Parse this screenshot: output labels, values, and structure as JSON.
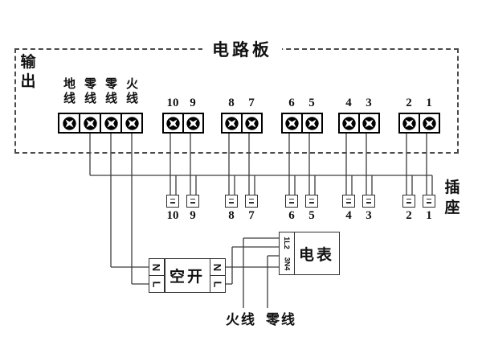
{
  "title": "电路板",
  "board": {
    "output_label": "输出",
    "output_terminals": [
      "地线",
      "零线",
      "零线",
      "火线"
    ],
    "terminal_numbers": [
      "10",
      "9",
      "8",
      "7",
      "6",
      "5",
      "4",
      "3",
      "2",
      "1"
    ]
  },
  "sockets": {
    "label": "插座",
    "numbers": [
      "10",
      "9",
      "8",
      "7",
      "6",
      "5",
      "4",
      "3",
      "2",
      "1"
    ]
  },
  "breaker": {
    "label": "空开",
    "left_terminals": [
      "N",
      "L"
    ],
    "right_terminals": [
      "N",
      "L"
    ]
  },
  "meter": {
    "label": "电表",
    "terminal_rows": [
      "1L2",
      "3N4"
    ]
  },
  "supply": {
    "live_label": "火线",
    "neutral_label": "零线"
  },
  "colors": {
    "wire": "#3c3c3c",
    "terminal_border": "#000000",
    "box_border": "#2f2f2f",
    "background": "#ffffff",
    "text": "#111111"
  },
  "wiring": {
    "segments": [
      [
        212,
        166,
        212,
        242
      ],
      [
        237,
        166,
        237,
        242
      ],
      [
        285,
        166,
        285,
        242
      ],
      [
        310,
        166,
        310,
        242
      ],
      [
        360,
        166,
        360,
        242
      ],
      [
        385,
        166,
        385,
        242
      ],
      [
        431,
        166,
        431,
        242
      ],
      [
        456,
        166,
        456,
        242
      ],
      [
        506,
        166,
        506,
        242
      ],
      [
        531,
        166,
        531,
        242
      ],
      [
        219,
        218,
        219,
        242
      ],
      [
        244,
        218,
        244,
        242
      ],
      [
        292,
        218,
        292,
        242
      ],
      [
        317,
        218,
        317,
        242
      ],
      [
        367,
        218,
        367,
        242
      ],
      [
        392,
        218,
        392,
        242
      ],
      [
        438,
        218,
        438,
        242
      ],
      [
        463,
        218,
        463,
        242
      ],
      [
        513,
        218,
        513,
        242
      ],
      [
        538,
        218,
        538,
        242
      ],
      [
        112,
        218,
        538,
        218
      ],
      [
        112,
        166,
        112,
        218
      ],
      [
        138,
        166,
        138,
        332
      ],
      [
        138,
        332,
        186,
        332
      ],
      [
        164,
        166,
        164,
        353
      ],
      [
        164,
        353,
        186,
        353
      ],
      [
        280,
        332,
        348,
        332
      ],
      [
        280,
        353,
        289,
        353
      ],
      [
        289,
        307,
        289,
        353
      ],
      [
        289,
        307,
        348,
        307
      ],
      [
        303,
        296,
        348,
        296
      ],
      [
        303,
        296,
        303,
        383
      ],
      [
        333,
        318,
        348,
        318
      ],
      [
        333,
        318,
        333,
        383
      ]
    ]
  }
}
